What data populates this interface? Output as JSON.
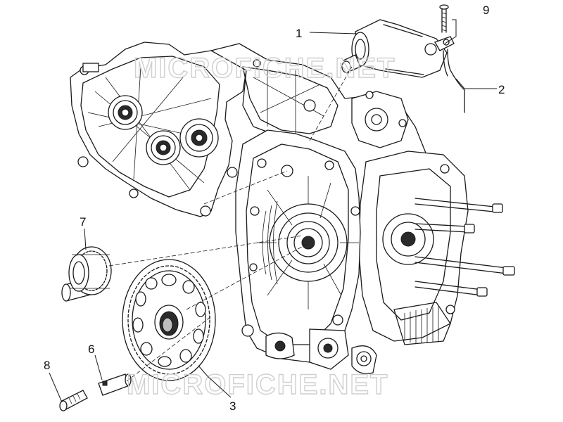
{
  "watermark": {
    "text": "MICROFICHE.NET"
  },
  "callouts": [
    {
      "id": "1",
      "label": "1"
    },
    {
      "id": "2",
      "label": "2"
    },
    {
      "id": "3",
      "label": "3"
    },
    {
      "id": "6",
      "label": "6"
    },
    {
      "id": "7",
      "label": "7"
    },
    {
      "id": "8",
      "label": "8"
    },
    {
      "id": "9",
      "label": "9"
    }
  ]
}
